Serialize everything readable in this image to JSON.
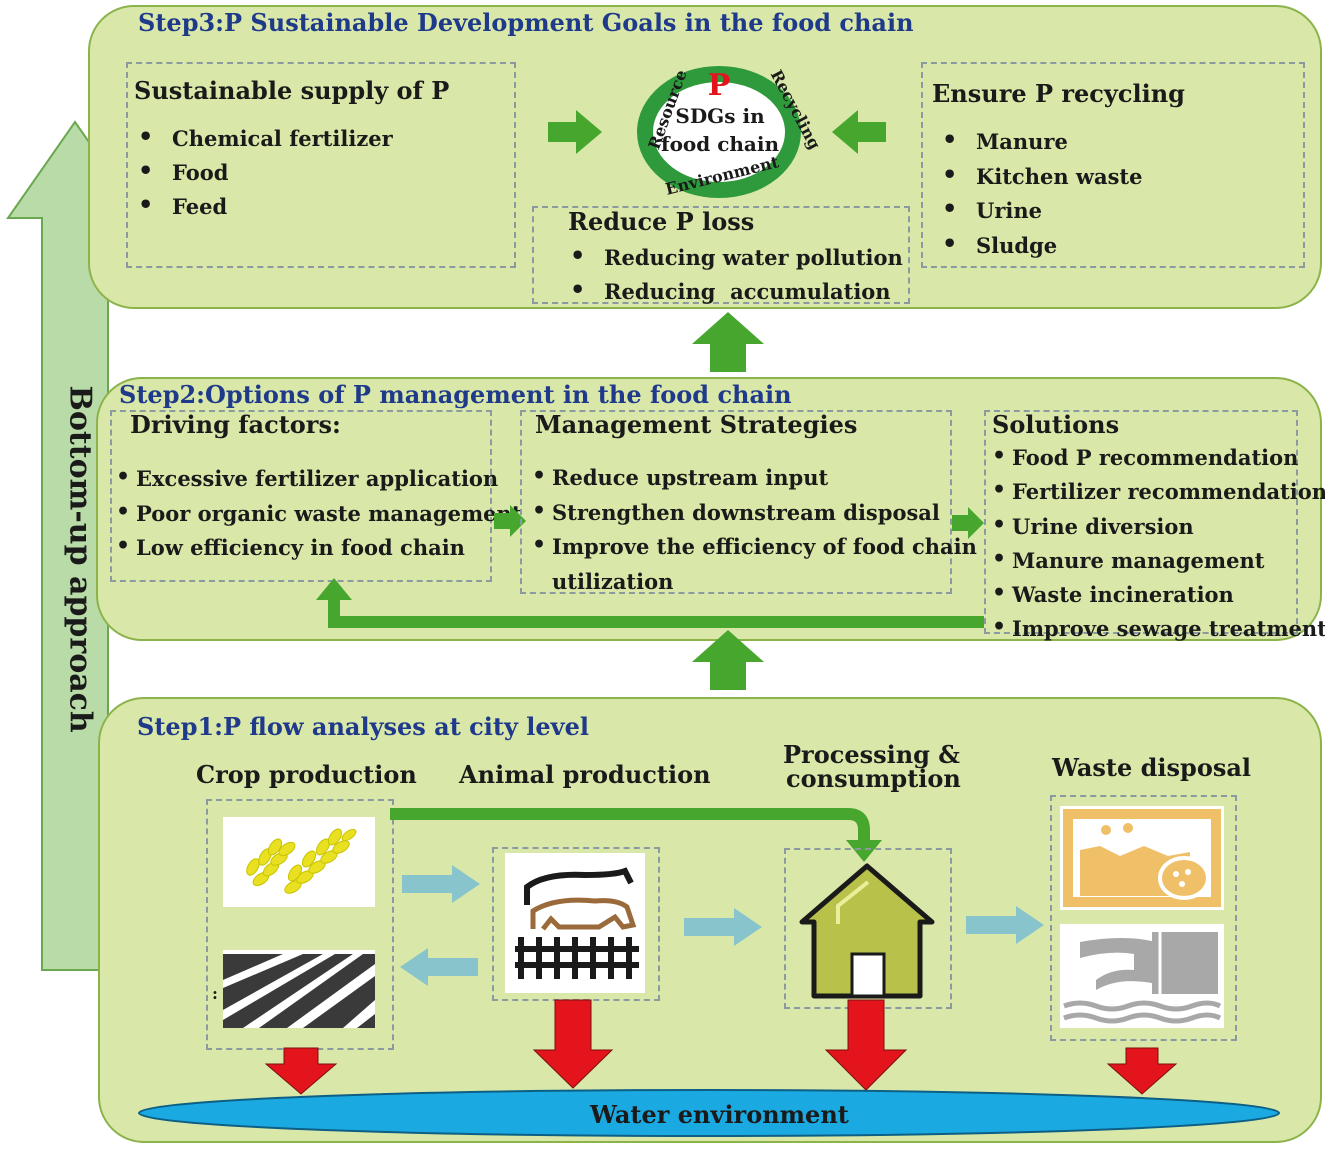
{
  "side_label": "Bottom-up approach",
  "step3": {
    "title": "Step3:P Sustainable Development Goals in the food chain",
    "supply": {
      "title": "Sustainable supply of P",
      "items": [
        "Chemical fertilizer",
        "Food",
        "Feed"
      ]
    },
    "center": {
      "symbol": "P",
      "line1": "SDGs in",
      "line2": "food chain",
      "ring": [
        "Resource",
        "Recycling",
        "Environment"
      ]
    },
    "loss": {
      "title": "Reduce P loss",
      "items": [
        "Reducing water pollution",
        "Reducing  accumulation"
      ]
    },
    "recycling": {
      "title": "Ensure P recycling",
      "items": [
        "Manure",
        "Kitchen waste",
        "Urine",
        "Sludge"
      ]
    }
  },
  "step2": {
    "title": "Step2:Options of P management in the food chain",
    "driving": {
      "title": "Driving factors:",
      "items": [
        "Excessive fertilizer application",
        "Poor organic waste management",
        "Low efficiency in food chain"
      ]
    },
    "strategies": {
      "title": "Management Strategies",
      "items": [
        "Reduce upstream input",
        "Strengthen downstream disposal",
        "Improve the efficiency of food chain",
        "utilization"
      ]
    },
    "solutions": {
      "title": "Solutions",
      "items": [
        "Food P recommendation",
        "Fertilizer recommendation",
        "Urine diversion",
        "Manure management",
        "Waste incineration",
        "Improve sewage treatment"
      ]
    }
  },
  "step1": {
    "title": "Step1:P flow analyses at city level",
    "stages": [
      "Crop production",
      "Animal production",
      "Processing &",
      "consumption",
      "Waste disposal"
    ],
    "water": "Water environment"
  },
  "colors": {
    "panel": "#d9e8a8",
    "panel_border": "#8bb34a",
    "title_blue": "#1f3a8a",
    "green_arrow": "#46a62e",
    "teal_arrow": "#88c4cc",
    "red_arrow": "#e3141c",
    "water": "#1aa9e1",
    "ring": "#2e9a3c",
    "crop_yellow": "#e8e020",
    "house": "#b8c24a",
    "waste_tan": "#f0c068"
  }
}
